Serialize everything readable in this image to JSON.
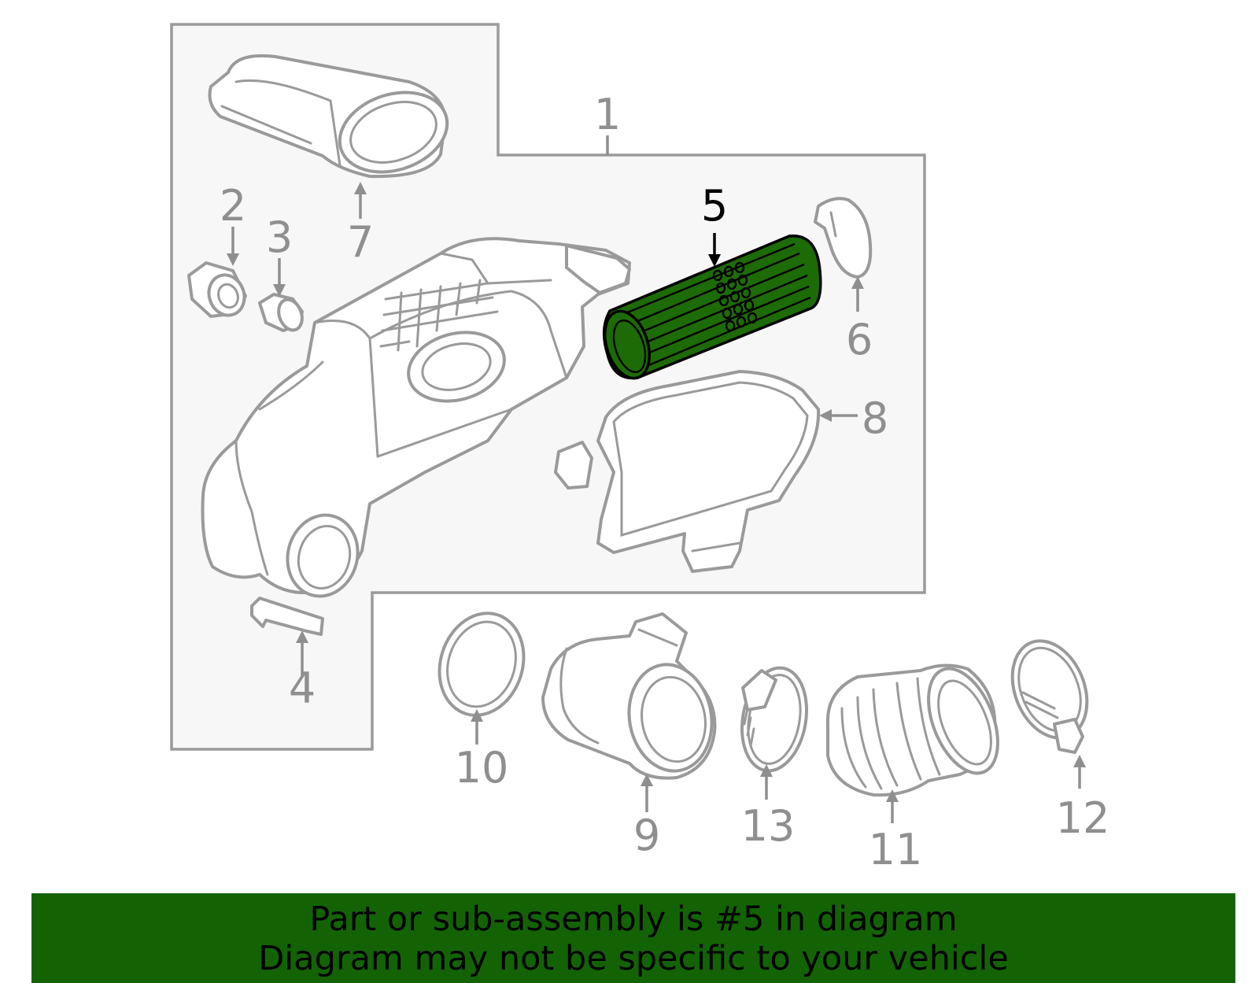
{
  "callouts": {
    "c1": "1",
    "c2": "2",
    "c3": "3",
    "c4": "4",
    "c5": "5",
    "c6": "6",
    "c7": "7",
    "c8": "8",
    "c9": "9",
    "c10": "10",
    "c11": "11",
    "c12": "12",
    "c13": "13"
  },
  "highlighted_part": "5",
  "colors": {
    "highlight": "#1d6b06",
    "banner": "#136305",
    "lines": "#9a9a9a",
    "box": "#f7f7f7"
  },
  "banner": {
    "line1": "Part or sub-assembly is #5 in diagram",
    "line2": "Diagram may not be specific to your vehicle"
  }
}
